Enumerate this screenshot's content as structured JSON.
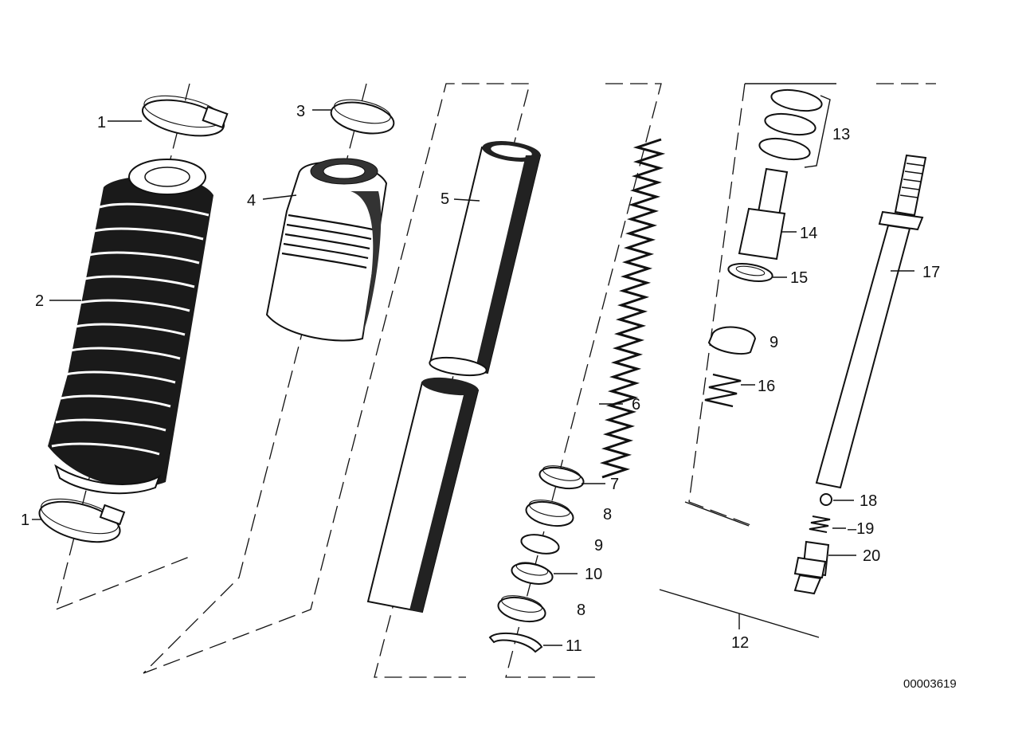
{
  "diagram": {
    "labels": [
      {
        "id": "clamp-top",
        "text": "1"
      },
      {
        "id": "clamp-bottom",
        "text": "1"
      },
      {
        "id": "bellows",
        "text": "2"
      },
      {
        "id": "ring-top",
        "text": "3"
      },
      {
        "id": "gaiter",
        "text": "4"
      },
      {
        "id": "tube",
        "text": "5"
      },
      {
        "id": "spring",
        "text": "6"
      },
      {
        "id": "part-7",
        "text": "7"
      },
      {
        "id": "part-8a",
        "text": "8"
      },
      {
        "id": "part-9a",
        "text": "9"
      },
      {
        "id": "part-10",
        "text": "10"
      },
      {
        "id": "part-8b",
        "text": "8"
      },
      {
        "id": "part-11",
        "text": "11"
      },
      {
        "id": "assembly-12",
        "text": "12"
      },
      {
        "id": "rings-13",
        "text": "13"
      },
      {
        "id": "part-14",
        "text": "14"
      },
      {
        "id": "part-15",
        "text": "15"
      },
      {
        "id": "part-9b",
        "text": "9"
      },
      {
        "id": "spring-16",
        "text": "16"
      },
      {
        "id": "rod-17",
        "text": "17"
      },
      {
        "id": "ball-18",
        "text": "18"
      },
      {
        "id": "spring-19",
        "text": "–19"
      },
      {
        "id": "valve-20",
        "text": "20"
      }
    ],
    "drawing_number": "00003619"
  }
}
